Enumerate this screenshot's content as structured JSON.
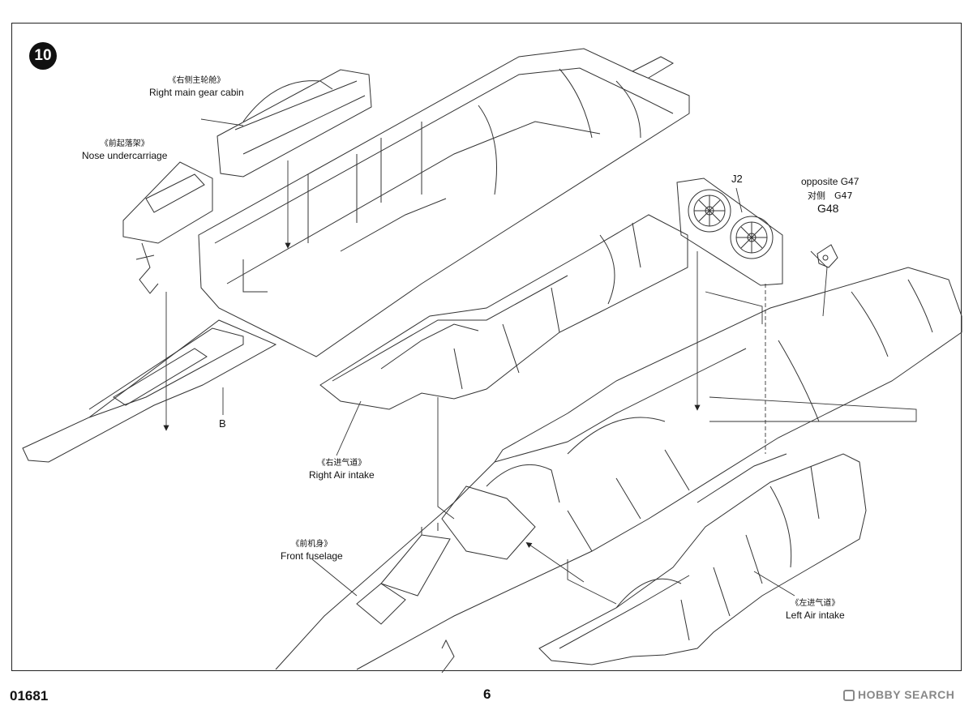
{
  "step_number": "10",
  "labels": {
    "right_main_gear_cabin": {
      "cn": "《右侧主轮舱》",
      "en": "Right main gear cabin"
    },
    "nose_undercarriage": {
      "cn": "《前起落架》",
      "en": "Nose undercarriage"
    },
    "right_air_intake": {
      "cn": "《右进气道》",
      "en": "Right Air intake"
    },
    "front_fuselage": {
      "cn": "《前机身》",
      "en": "Front fuselage"
    },
    "left_air_intake": {
      "cn": "《左进气道》",
      "en": "Left Air intake"
    }
  },
  "parts": {
    "b": "B",
    "j2": "J2",
    "opposite_g47_en": "opposite G47",
    "opposite_g47_cn": "对侧　G47",
    "g48": "G48"
  },
  "footer": {
    "product_code": "01681",
    "page_number": "6",
    "brand": "HOBBY SEARCH"
  }
}
